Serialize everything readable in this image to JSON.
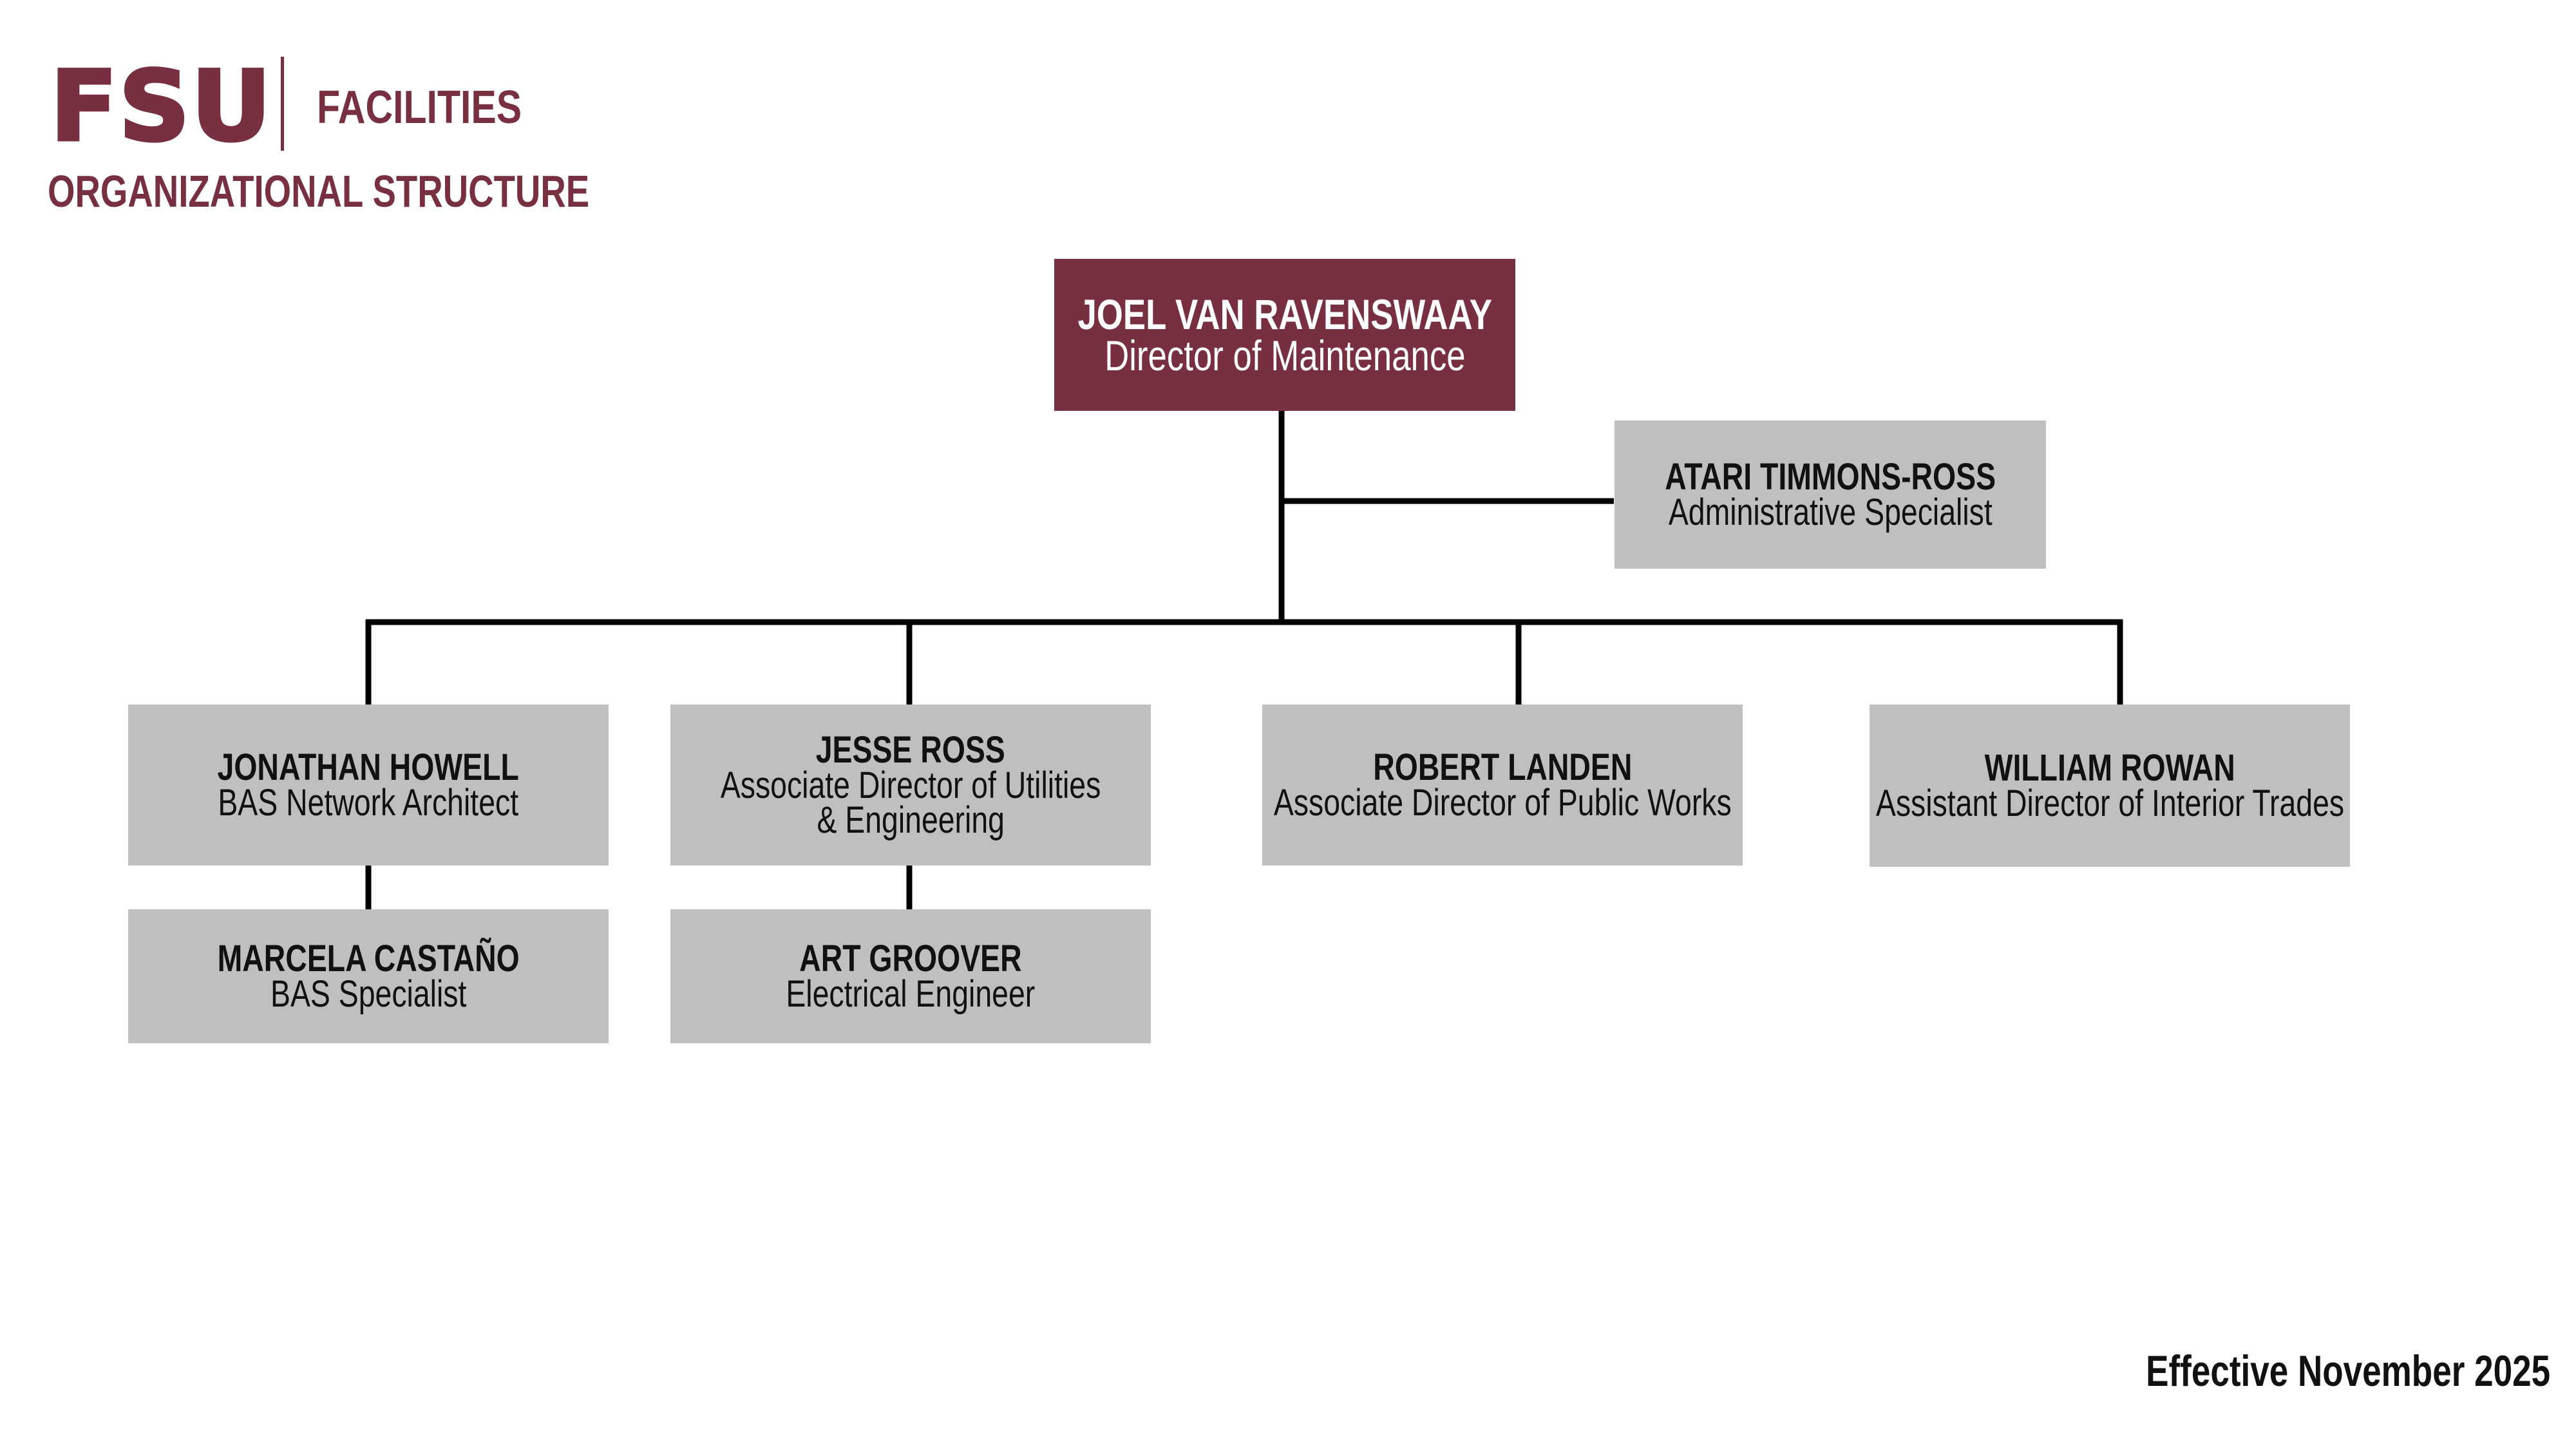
{
  "header": {
    "logo_text": "FSU",
    "unit": "FACILITIES",
    "title": "ORGANIZATIONAL STRUCTURE"
  },
  "colors": {
    "brand_garnet": "#782f40",
    "box_gray": "#bfbfbf",
    "line": "#000000"
  },
  "org": {
    "director": {
      "name": "JOEL VAN RAVENSWAAY",
      "role": "Director of Maintenance"
    },
    "assistant": {
      "name": "ATARI TIMMONS-ROSS",
      "role": "Administrative Specialist"
    },
    "reports": [
      {
        "name": "JONATHAN HOWELL",
        "role": "BAS Network Architect"
      },
      {
        "name": "JESSE ROSS",
        "role_line1": "Associate Director of Utilities",
        "role_line2": "& Engineering"
      },
      {
        "name": "ROBERT LANDEN",
        "role": "Associate Director of Public Works"
      },
      {
        "name": "WILLIAM ROWAN",
        "role": "Assistant Director of Interior Trades"
      }
    ],
    "sub_reports": [
      {
        "name": "MARCELA CASTAÑO",
        "role": "BAS Specialist"
      },
      {
        "name": "ART GROOVER",
        "role": "Electrical Engineer"
      }
    ]
  },
  "footer": {
    "effective": "Effective November 2025"
  }
}
